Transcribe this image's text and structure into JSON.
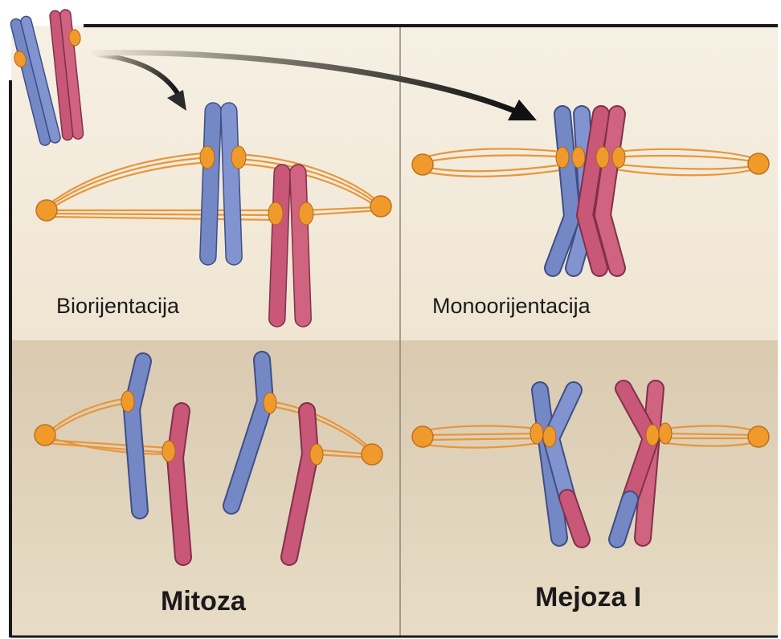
{
  "labels": {
    "top_left": "Biorijentacija",
    "top_right": "Monoorijentacija",
    "bottom_left": "Mitoza",
    "bottom_right": "Mejoza I"
  },
  "colors": {
    "panel_top": "#f4ecdd",
    "panel_bottom": "#dfd1b8",
    "blue_chromosome": "#7588c6",
    "red_chromosome": "#c85778",
    "spindle": "#e8963a",
    "centromere": "#f09a2c",
    "frame": "#1a1a1a"
  }
}
